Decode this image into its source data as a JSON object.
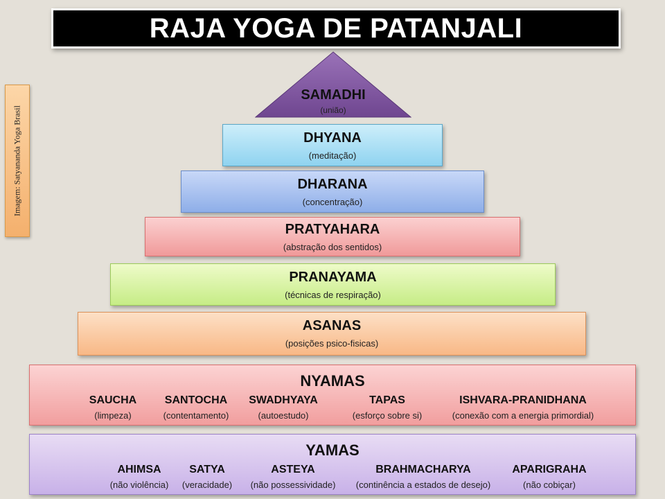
{
  "title": "RAJA YOGA DE PATANJALI",
  "credit": "Imagem: Satyananda Yoga Brasil",
  "apex": {
    "name": "SAMADHI",
    "sub": "(união)",
    "color": "#7a4f9a"
  },
  "tiers": {
    "dhyana": {
      "name": "DHYANA",
      "sub": "(meditação)"
    },
    "dharana": {
      "name": "DHARANA",
      "sub": "(concentração)"
    },
    "pratyahara": {
      "name": "PRATYAHARA",
      "sub": "(abstração dos sentidos)"
    },
    "pranayama": {
      "name": "PRANAYAMA",
      "sub": "(técnicas  de respiração)"
    },
    "asanas": {
      "name": "ASANAS",
      "sub": "(posições psico-fisicas)"
    }
  },
  "nyamas": {
    "name": "NYAMAS",
    "items": [
      {
        "name": "SAUCHA",
        "sub": "(limpeza)"
      },
      {
        "name": "SANTOCHA",
        "sub": "(contentamento)"
      },
      {
        "name": "SWADHYAYA",
        "sub": "(autoestudo)"
      },
      {
        "name": "TAPAS",
        "sub": "(esforço sobre si)"
      },
      {
        "name": "ISHVARA-PRANIDHANA",
        "sub": "(conexão com a energia primordial)"
      }
    ]
  },
  "yamas": {
    "name": "YAMAS",
    "items": [
      {
        "name": "AHIMSA",
        "sub": "(não violência)"
      },
      {
        "name": "SATYA",
        "sub": "(veracidade)"
      },
      {
        "name": "ASTEYA",
        "sub": "(não possessividade)"
      },
      {
        "name": "BRAHMACHARYA",
        "sub": "(continência a estados de desejo)"
      },
      {
        "name": "APARIGRAHA",
        "sub": "(não cobiçar)"
      }
    ]
  }
}
